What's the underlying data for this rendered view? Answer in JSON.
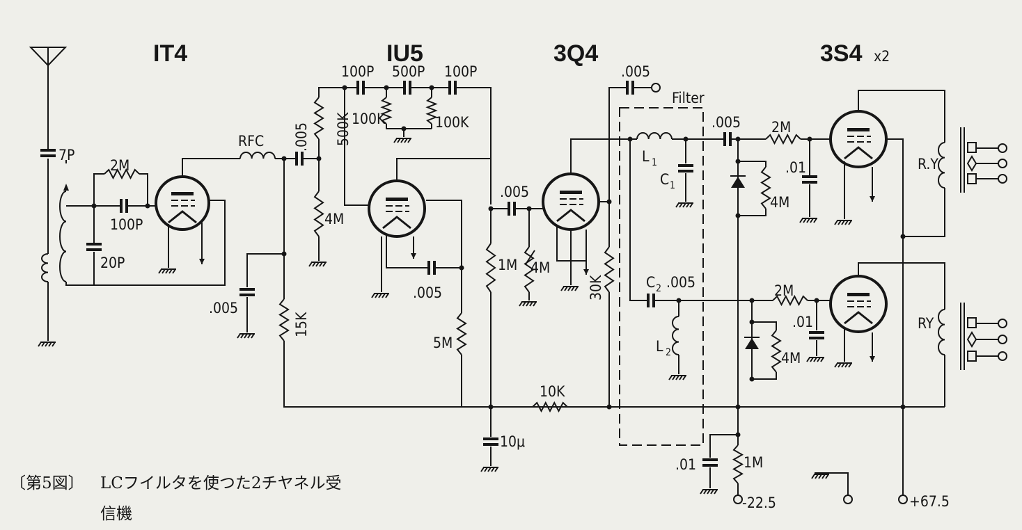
{
  "tubes": {
    "t1": "IT4",
    "t2": "IU5",
    "t3": "3Q4",
    "t4": "3S4",
    "t4_mult": "x2"
  },
  "labels": {
    "c_7p": "7P",
    "r_2m_1": "2M",
    "c_100p_1": "100P",
    "c_20p": "20P",
    "rfc": "RFC",
    "c_005_1": ".005",
    "r_500k": "500K",
    "r_4m_1": "4M",
    "c_100p_2": "100P",
    "c_500p": "500P",
    "c_100p_3": "100P",
    "r_100k_1": "100K",
    "r_100k_2": "100K",
    "c_005_2": ".005",
    "r_15k": "15K",
    "c_005_3": ".005",
    "r_5m": "5M",
    "c_005_4": ".005",
    "r_1m_1": "1M",
    "r_4m_2": "4M",
    "r_30k": "30K",
    "r_10k": "10K",
    "c_10u": "10μ",
    "c_005_5": ".005",
    "filter": "Filter",
    "l1": "L",
    "l1_sub": "1",
    "c1": "C",
    "c1_sub": "1",
    "c2": "C",
    "c2_sub": "2",
    "c_005_6": ".005",
    "l2": "L",
    "l2_sub": "2",
    "c_005_7": ".005",
    "r_2m_2": "2M",
    "r_4m_3": "4M",
    "c_01_1": ".01",
    "r_2m_3": "2M",
    "r_4m_4": "4M",
    "c_01_2": ".01",
    "ry1": "R.Y",
    "ry2": "RY",
    "c_01_3": ".01",
    "r_1m_2": "1M",
    "v_neg": "-22.5",
    "v_pos": "+67.5"
  },
  "caption": {
    "fig": "〔第5図〕",
    "title_line1": "LCフイルタを使つた2チヤネル受",
    "title_line2": "信機"
  }
}
